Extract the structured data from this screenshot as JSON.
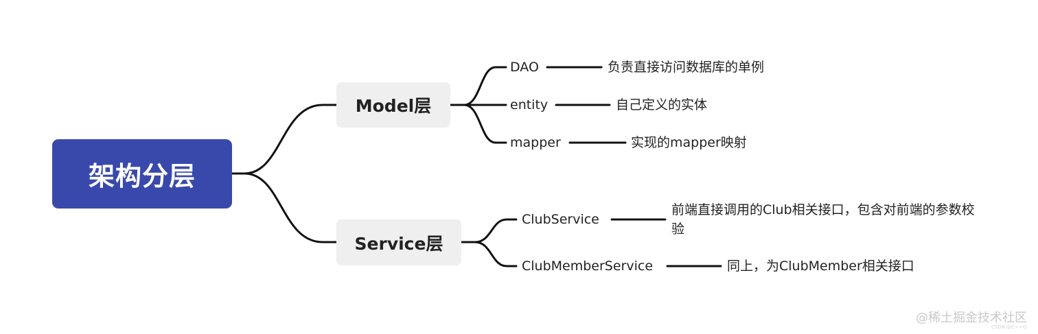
{
  "root": {
    "label": "架构分层",
    "color": "#3949ab"
  },
  "branches": [
    {
      "label": "Model层",
      "children": [
        {
          "label": "DAO",
          "note": "负责直接访问数据库的单例"
        },
        {
          "label": "entity",
          "note": "自己定义的实体"
        },
        {
          "label": "mapper",
          "note": "实现的mapper映射"
        }
      ]
    },
    {
      "label": "Service层",
      "children": [
        {
          "label": "ClubService",
          "note": "前端直接调用的Club相关接口，包含对前端的参数校验"
        },
        {
          "label": "ClubMemberService",
          "note": "同上，为ClubMember相关接口"
        }
      ]
    }
  ],
  "watermark": "@稀土掘金技术社区",
  "watermark_small": "CSDN @C++G"
}
